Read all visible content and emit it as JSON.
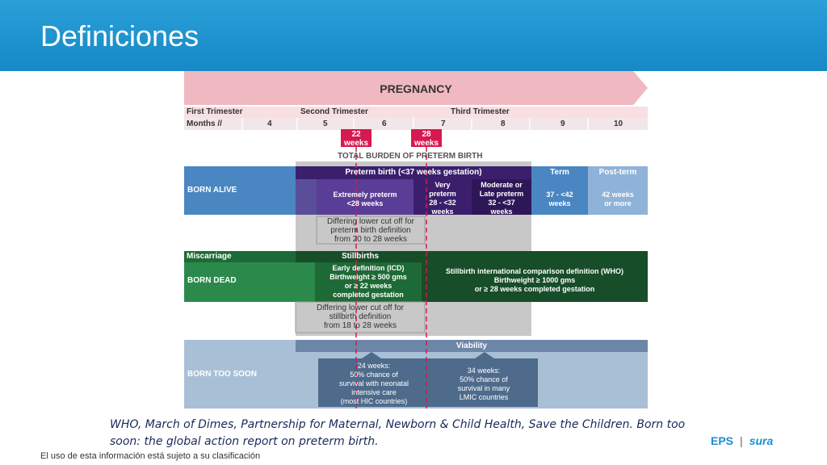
{
  "header": {
    "title": "Definiciones"
  },
  "diagram": {
    "pregnancy": "PREGNANCY",
    "trimesters": [
      "First Trimester",
      "Second Trimester",
      "Third Trimester"
    ],
    "months_label": "Months //",
    "months": [
      "4",
      "5",
      "6",
      "7",
      "8",
      "9",
      "10"
    ],
    "week_markers": [
      "22\nweeks",
      "28\nweeks"
    ],
    "total_burden": "TOTAL BURDEN OF PRETERM BIRTH",
    "born_alive": "BORN ALIVE",
    "preterm_header": "Preterm birth (<37 weeks gestation)",
    "term": "Term",
    "post_term": "Post-term",
    "extremely_preterm": "Extremely preterm\n<28 weeks",
    "very_preterm": "Very\npreterm\n28 - <32\nweeks",
    "moderate_late": "Moderate or\nLate preterm\n32 - <37\nweeks",
    "term_range": "37 - <42\nweeks",
    "post_term_range": "42 weeks\nor more",
    "preterm_cutoff": "Differing lower cut off for\npreterm birth definition\nfrom 20 to 28 weeks",
    "miscarriage": "Miscarriage",
    "stillbirths": "Stillbirths",
    "born_dead": "BORN DEAD",
    "early_def": "Early definition (ICD)\nBirthweight ≥ 500 gms\nor ≥ 22 weeks\ncompleted gestation",
    "who_def": "Stillbirth international comparison definition (WHO)\nBirthweight ≥ 1000 gms\nor ≥ 28 weeks completed gestation",
    "stillbirth_cutoff": "Differing lower cut off for\nstillbirth definition\nfrom 18 to 28 weeks",
    "viability": "Viability",
    "born_too_soon": "BORN TOO SOON",
    "v24": "24 weeks:\n50% chance of\nsurvival with neonatal\nintensive care\n(most HIC countries)",
    "v34": "34 weeks:\n50% chance of\nsurvival in many\nLMIC countries"
  },
  "citation": "WHO, March of Dimes, Partnership for Maternal, Newborn & Child Health, Save the Children. Born too soon: the global action report on preterm birth.",
  "footer": "El uso de esta información está sujeto a su clasificación",
  "logo": {
    "left": "EPS",
    "right": "sura"
  }
}
